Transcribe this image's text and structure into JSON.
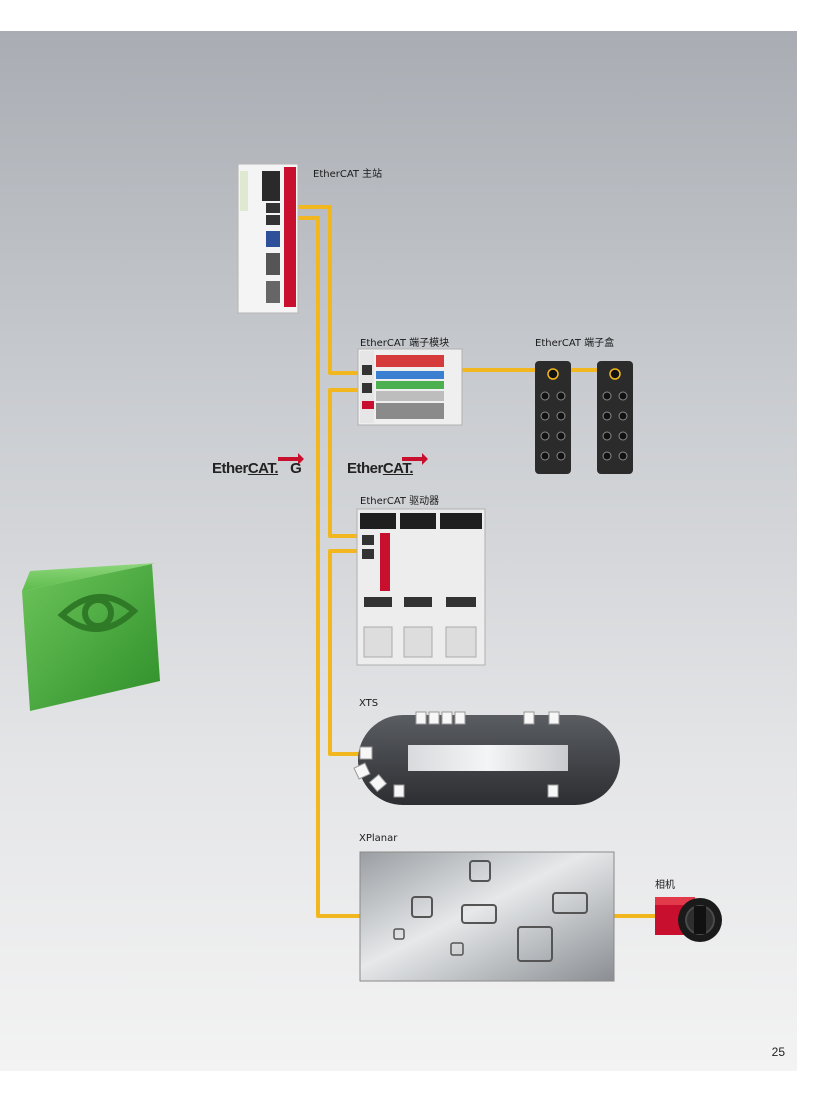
{
  "labels": {
    "master": "EtherCAT 主站",
    "terminal": "EtherCAT 端子模块",
    "box": "EtherCAT 端子盒",
    "drive": "EtherCAT 驱动器",
    "xts": "XTS",
    "xplanar": "XPlanar",
    "camera": "相机"
  },
  "logos": {
    "g_prefix": "Ether",
    "g_cat": "CAT.",
    "g_suffix": "G",
    "std_prefix": "Ether",
    "std_cat": "CAT."
  },
  "page_number": "25",
  "colors": {
    "cable": "#f2b71e",
    "brand_red": "#c8102e",
    "eye_green": "#4bb23a"
  },
  "icons": [
    "eye-icon"
  ]
}
